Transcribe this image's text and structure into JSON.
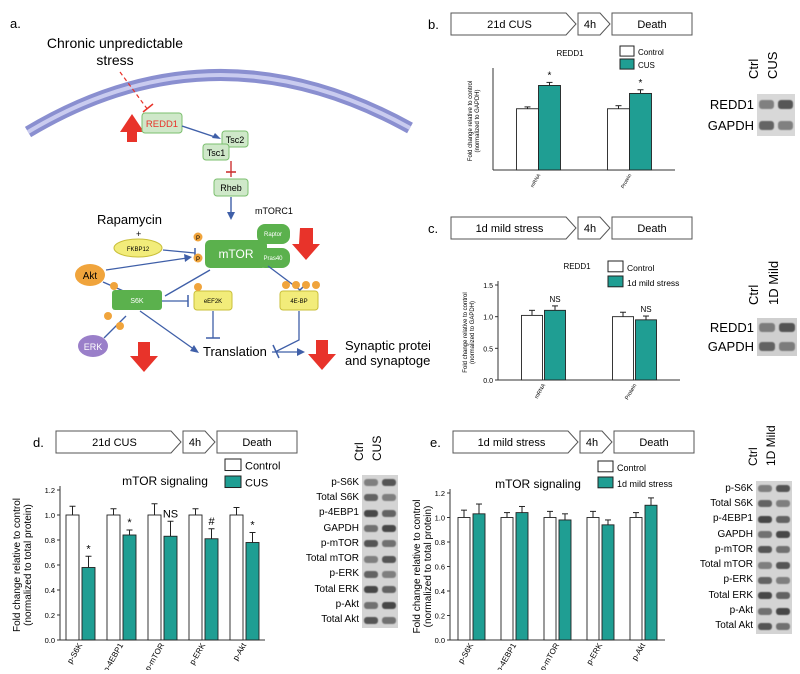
{
  "panel_a": {
    "letter": "a.",
    "stress_title": "Chronic unpredictable\nstress",
    "nodes": {
      "redd1": "REDD1",
      "tsc2": "Tsc2",
      "tsc1": "Tsc1",
      "rheb": "Rheb",
      "rapamycin": "Rapamycin",
      "fkbp12": "FKBP12",
      "mtorc1": "mTORC1",
      "mtor": "mTOR",
      "raptor": "Raptor",
      "pras40": "Pras40",
      "akt": "Akt",
      "s6k": "S6K",
      "eif2b": "eEF2K",
      "ebp": "4E-BP",
      "erk": "ERK",
      "translation": "Translation",
      "synaptic": "Synaptic proteins\nand synaptogenesis",
      "p": "P",
      "plus": "+"
    },
    "colors": {
      "membrane": "#8a8fd0",
      "green": "#5bb14d",
      "lightgreen": "#cfe8c9",
      "yellow": "#f2ec7a",
      "red": "#e8332a",
      "akt": "#f0a43c",
      "erk": "#9a7fc9"
    }
  },
  "panel_b": {
    "letter": "b.",
    "flow": [
      "21d CUS",
      "4h",
      "Death"
    ],
    "title": "REDD1",
    "ylabel": "Fold change relative to control\n(normalized to GAPDH)",
    "legend": [
      "Control",
      "CUS"
    ],
    "blot_lanes": [
      "Ctrl",
      "CUS"
    ],
    "blot_rows": [
      "REDD1",
      "GAPDH"
    ]
  },
  "panel_c": {
    "letter": "c.",
    "flow": [
      "1d mild stress",
      "4h",
      "Death"
    ],
    "title": "REDD1",
    "ylabel": "Fold change relative to control\n(normalized to GAPDH)",
    "legend": [
      "Control",
      "1d mild stress"
    ],
    "blot_lanes": [
      "Ctrl",
      "1D Mild"
    ],
    "blot_rows": [
      "REDD1",
      "GAPDH"
    ]
  },
  "panel_d": {
    "letter": "d.",
    "flow": [
      "21d CUS",
      "4h",
      "Death"
    ],
    "title": "mTOR signaling",
    "ylabel": "Fold change relative to control\n(normalized to total protein)",
    "legend": [
      "Control",
      "CUS"
    ],
    "blot_lanes": [
      "Ctrl",
      "CUS"
    ],
    "blot_rows": [
      "p-S6K",
      "Total S6K",
      "p-4EBP1",
      "GAPDH",
      "p-mTOR",
      "Total mTOR",
      "p-ERK",
      "Total ERK",
      "p-Akt",
      "Total Akt"
    ]
  },
  "panel_e": {
    "letter": "e.",
    "flow": [
      "1d mild stress",
      "4h",
      "Death"
    ],
    "title": "mTOR signaling",
    "ylabel": "Fold change relative to control\n(normalized to total protein)",
    "legend": [
      "Control",
      "1d mild stress"
    ],
    "blot_lanes": [
      "Ctrl",
      "1D Mild"
    ],
    "blot_rows": [
      "p-S6K",
      "Total S6K",
      "p-4EBP1",
      "GAPDH",
      "p-mTOR",
      "Total mTOR",
      "p-ERK",
      "Total ERK",
      "p-Akt",
      "Total Akt"
    ]
  },
  "chart_data": [
    {
      "id": "b",
      "type": "bar",
      "title": "REDD1",
      "categories": [
        "mRNA",
        "Protein"
      ],
      "series": [
        {
          "name": "Control",
          "values": [
            1.0,
            1.0
          ],
          "errors": [
            0.03,
            0.05
          ],
          "color": "#ffffff"
        },
        {
          "name": "CUS",
          "values": [
            1.38,
            1.25
          ],
          "errors": [
            0.05,
            0.06
          ],
          "color": "#1f9e93"
        }
      ],
      "annotations": [
        [
          "",
          "*"
        ],
        [
          "",
          "*"
        ]
      ],
      "ylim": [
        0,
        1.6
      ]
    },
    {
      "id": "c",
      "type": "bar",
      "title": "REDD1",
      "categories": [
        "mRNA",
        "Protein"
      ],
      "series": [
        {
          "name": "Control",
          "values": [
            1.02,
            1.0
          ],
          "errors": [
            0.08,
            0.07
          ],
          "color": "#ffffff"
        },
        {
          "name": "1d mild stress",
          "values": [
            1.1,
            0.95
          ],
          "errors": [
            0.07,
            0.06
          ],
          "color": "#1f9e93"
        }
      ],
      "annotations": [
        [
          "",
          "NS"
        ],
        [
          "",
          "NS"
        ]
      ],
      "yticks": [
        0,
        0.5,
        1.0,
        1.5
      ],
      "ylim": [
        0,
        1.5
      ]
    },
    {
      "id": "d",
      "type": "bar",
      "title": "mTOR signaling",
      "categories": [
        "p-S6K",
        "p-4EBP1",
        "p-mTOR",
        "p-ERK",
        "p-Akt"
      ],
      "series": [
        {
          "name": "Control",
          "values": [
            1.0,
            1.0,
            1.0,
            1.0,
            1.0
          ],
          "errors": [
            0.07,
            0.05,
            0.09,
            0.05,
            0.06
          ],
          "color": "#ffffff"
        },
        {
          "name": "CUS",
          "values": [
            0.58,
            0.84,
            0.83,
            0.81,
            0.78
          ],
          "errors": [
            0.09,
            0.04,
            0.12,
            0.08,
            0.08
          ],
          "color": "#1f9e93"
        }
      ],
      "annotations": [
        [
          "",
          "*"
        ],
        [
          "",
          "*"
        ],
        [
          "",
          "NS"
        ],
        [
          "",
          "#"
        ],
        [
          "",
          "*"
        ]
      ],
      "yticks": [
        0,
        0.2,
        0.4,
        0.6,
        0.8,
        1.0,
        1.2
      ],
      "ylim": [
        0,
        1.2
      ]
    },
    {
      "id": "e",
      "type": "bar",
      "title": "mTOR signaling",
      "categories": [
        "p-S6K",
        "p-4EBP1",
        "p-mTOR",
        "p-ERK",
        "p-Akt"
      ],
      "series": [
        {
          "name": "Control",
          "values": [
            1.0,
            1.0,
            1.0,
            1.0,
            1.0
          ],
          "errors": [
            0.06,
            0.04,
            0.05,
            0.05,
            0.04
          ],
          "color": "#ffffff"
        },
        {
          "name": "1d mild stress",
          "values": [
            1.03,
            1.04,
            0.98,
            0.94,
            1.1
          ],
          "errors": [
            0.08,
            0.05,
            0.05,
            0.04,
            0.06
          ],
          "color": "#1f9e93"
        }
      ],
      "annotations": [
        [
          "",
          ""
        ],
        [
          "",
          ""
        ],
        [
          "",
          ""
        ],
        [
          "",
          ""
        ],
        [
          "",
          ""
        ]
      ],
      "yticks": [
        0,
        0.2,
        0.4,
        0.6,
        0.8,
        1.0,
        1.2
      ],
      "ylim": [
        0,
        1.2
      ]
    }
  ]
}
